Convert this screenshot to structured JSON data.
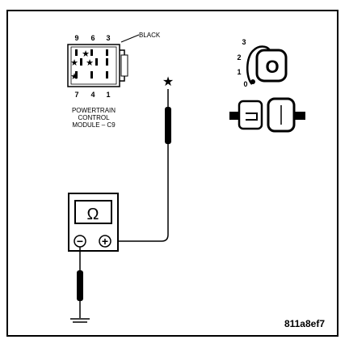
{
  "connector": {
    "top_pins": [
      "9",
      "6",
      "3"
    ],
    "bottom_pins": [
      "7",
      "4",
      "1"
    ],
    "color_label": "BLACK",
    "module_label_lines": [
      "POWERTRAIN",
      "CONTROL",
      "MODULE – C9"
    ]
  },
  "ignition": {
    "positions": [
      "3",
      "2",
      "1",
      "0"
    ],
    "key_label": "O"
  },
  "meter": {
    "display_symbol": "Ω",
    "negative_symbol": "−",
    "positive_symbol": "+"
  },
  "probe_marker": "★",
  "figure_id": "811a8ef7"
}
